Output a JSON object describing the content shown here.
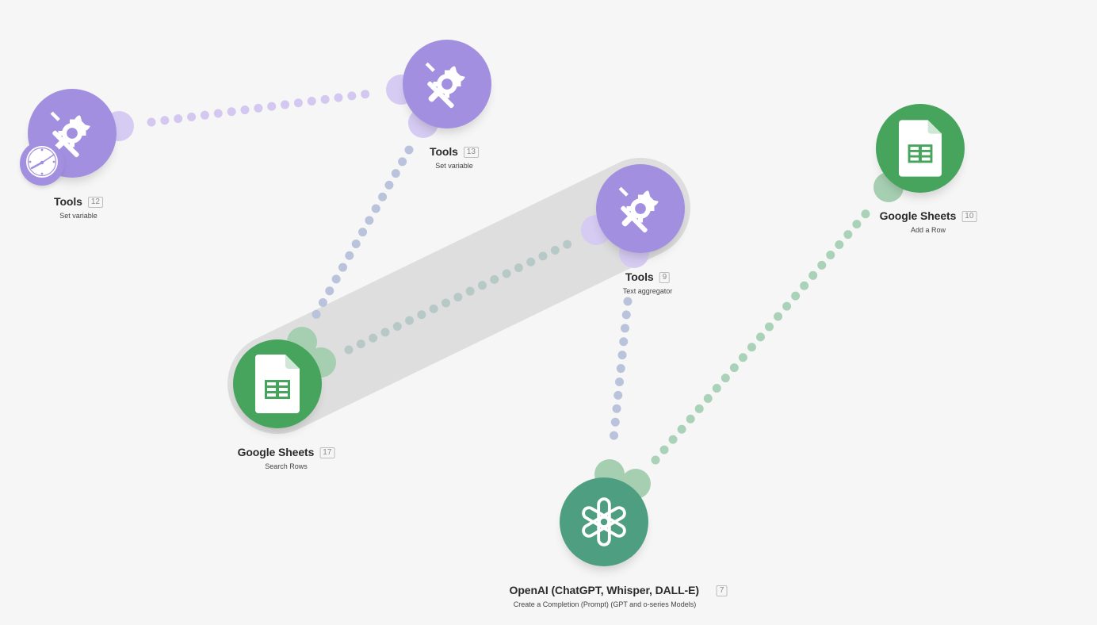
{
  "colors": {
    "tools": "#a38fe0",
    "sheets": "#46a45c",
    "openai": "#4e9e81",
    "link_tools": "#d4c8f0",
    "link_blue": "#b9c4dc",
    "link_green": "#a9d2b8",
    "stub_tools": "#d6cbf2",
    "stub_green": "#a6cfb1",
    "route": "#dedede"
  },
  "modules": [
    {
      "id": "tools-12",
      "app": "Tools",
      "number": "12",
      "action": "Set variable",
      "icon": "wrench-screwdriver-icon",
      "trigger_icon": "clock-icon"
    },
    {
      "id": "tools-13",
      "app": "Tools",
      "number": "13",
      "action": "Set variable",
      "icon": "wrench-screwdriver-icon"
    },
    {
      "id": "tools-9",
      "app": "Tools",
      "number": "9",
      "action": "Text aggregator",
      "icon": "wrench-screwdriver-icon"
    },
    {
      "id": "sheets-17",
      "app": "Google Sheets",
      "number": "17",
      "action": "Search Rows",
      "icon": "spreadsheet-icon"
    },
    {
      "id": "sheets-10",
      "app": "Google Sheets",
      "number": "10",
      "action": "Add a Row",
      "icon": "spreadsheet-icon"
    },
    {
      "id": "openai-7",
      "app": "OpenAI (ChatGPT, Whisper, DALL-E)",
      "number": "7",
      "action": "Create a Completion (Prompt) (GPT and o-series Models)",
      "icon": "openai-logo-icon"
    }
  ]
}
